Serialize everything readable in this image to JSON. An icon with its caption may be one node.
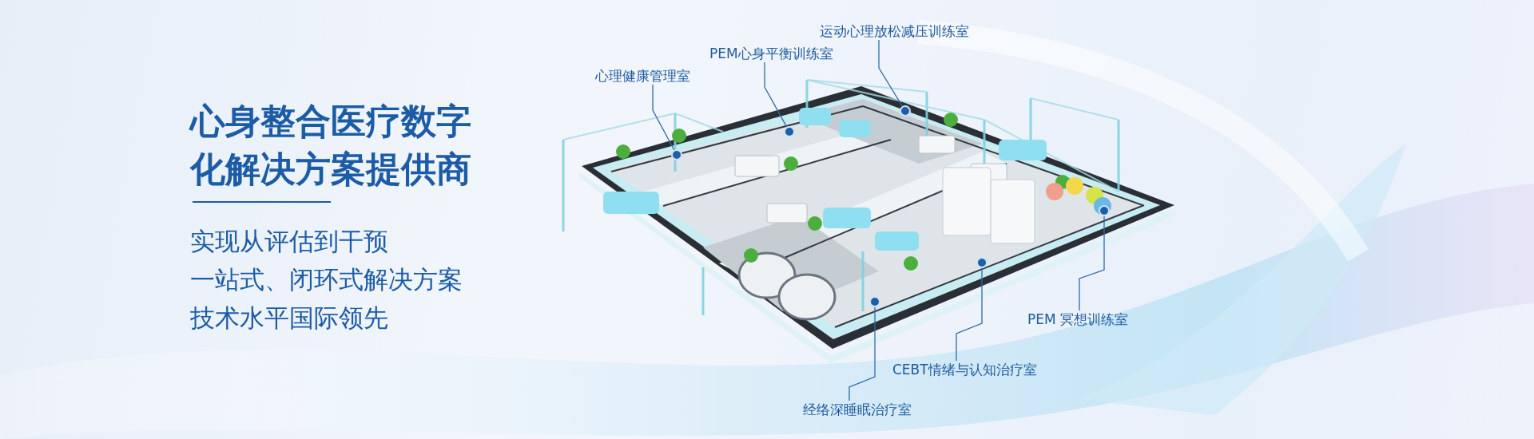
{
  "diagram": {
    "title": "心身整合医疗数字化解决方案提供商",
    "nodes": [
      {
        "text": [],
        "shape": "picture"
      },
      {
        "text": [
          "心理健康管理室"
        ]
      },
      {
        "text": [
          "PEM心身平衡训练室"
        ]
      },
      {
        "text": [
          "运动心理放松减压训练室"
        ]
      },
      {
        "text": [
          "PEM 冥想训练室"
        ]
      },
      {
        "text": [
          "CEBT情绪与认知治疗室"
        ]
      },
      {
        "text": [
          "经络深睡眠治疗室"
        ]
      },
      {
        "text": [],
        "shape": "circle",
        "in": 0
      },
      {
        "text": [],
        "shape": "circle",
        "in": 0
      },
      {
        "text": [],
        "shape": "circle",
        "in": 0
      },
      {
        "text": [],
        "shape": "circle",
        "in": 0
      },
      {
        "text": [],
        "shape": "circle",
        "in": 0
      },
      {
        "text": [],
        "shape": "circle",
        "in": 0
      }
    ],
    "edges": [
      {
        "from": 1,
        "to": 7,
        "arrow": "none"
      },
      {
        "from": 2,
        "to": 8,
        "arrow": "none"
      },
      {
        "from": 3,
        "to": 9,
        "arrow": "none"
      },
      {
        "from": 4,
        "to": 10,
        "arrow": "none"
      },
      {
        "from": 5,
        "to": 11,
        "arrow": "none"
      },
      {
        "from": 6,
        "to": 12,
        "arrow": "none"
      }
    ],
    "labels": [
      "实现从评估到干预",
      "一站式、闭环式解决方案",
      "技术水平国际领先"
    ]
  }
}
